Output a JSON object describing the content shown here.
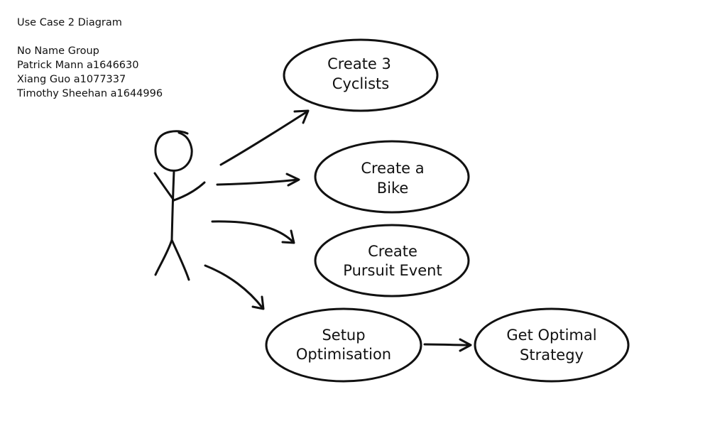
{
  "header": {
    "title": "Use Case 2 Diagram",
    "group": "No Name Group",
    "members": [
      "Patrick Mann a1646630",
      "Xiang Guo a1077337",
      "Timothy Sheehan a1644996"
    ]
  },
  "use_cases": [
    {
      "line1": "Create 3",
      "line2": "Cyclists"
    },
    {
      "line1": "Create a",
      "line2": "Bike"
    },
    {
      "line1": "Create",
      "line2": "Pursuit Event"
    },
    {
      "line1": "Setup",
      "line2": "Optimisation"
    },
    {
      "line1": "Get Optimal",
      "line2": "Strategy"
    }
  ]
}
